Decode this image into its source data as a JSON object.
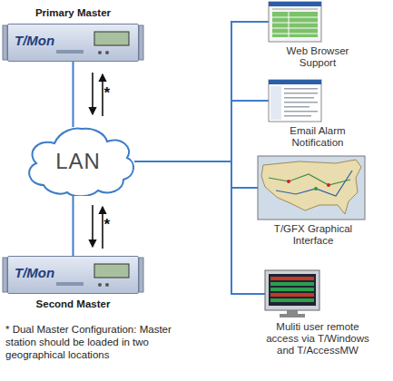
{
  "diagram": {
    "nodes": [
      {
        "text": [
          "Primary Master",
          "T/Mon"
        ]
      },
      {
        "text": [
          "LAN"
        ]
      },
      {
        "text": [
          "T/Mon",
          "Second Master"
        ]
      },
      {
        "text": [
          "Web Browser Support"
        ]
      },
      {
        "text": [
          "Email Alarm Notification"
        ]
      },
      {
        "text": [
          "T/GFX Graphical Interface"
        ]
      },
      {
        "text": [
          "Muliti user remote access via T/Windows and T/AccessMW"
        ]
      }
    ],
    "edges": [
      {
        "from": 0,
        "to": 1,
        "arrow": "none",
        "label": "*"
      },
      {
        "from": 1,
        "to": 2,
        "arrow": "none",
        "label": "*"
      },
      {
        "from": 1,
        "to": 3,
        "arrow": "none"
      },
      {
        "from": 1,
        "to": 4,
        "arrow": "none"
      },
      {
        "from": 1,
        "to": 5,
        "arrow": "none"
      },
      {
        "from": 1,
        "to": 6,
        "arrow": "none"
      }
    ],
    "labels": [
      "* Dual Master Configuration: Master station should be loaded in two geographical locations"
    ]
  }
}
